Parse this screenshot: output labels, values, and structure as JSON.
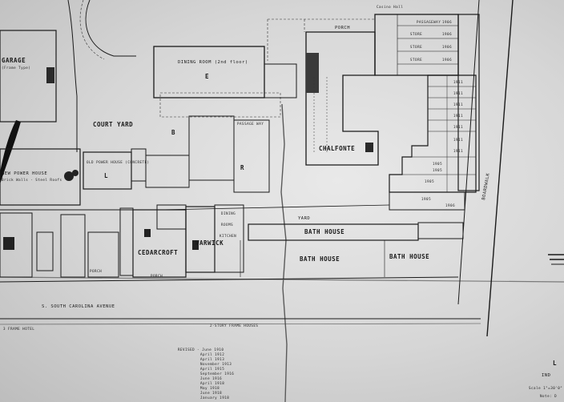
{
  "colors": {
    "paper": "#e2e2e2",
    "ink": "#1a1a1a"
  },
  "labels": {
    "dining_room": "DINING ROOM (2nd floor)",
    "dining_room_letter": "E",
    "porch_top": "PORCH",
    "porch_bottom_left": "PORCH",
    "porch_bottom_mid": "PORCH",
    "casino_top": "Casino Hall",
    "pagoda_block": [
      "PASSAGEWAY",
      "STORE",
      "STORE",
      "STORE"
    ],
    "store_numbers": [
      "1906",
      "1906",
      "1906",
      "1906"
    ],
    "chalfonte": "CHALFONTE",
    "court_yard": "COURT YARD",
    "garage": "GARAGE",
    "garage_note": "(Frame Type)",
    "new_power_house": "NEW POWER HOUSE",
    "power_house_note": "Brick Walls - Steel Roofs",
    "old_power_house": "OLD POWER HOUSE (CONCRETE)",
    "old_power_letter": "L",
    "passage_way": "PASSAGE WAY",
    "letter_r": "R",
    "letter_b": "B",
    "yard": "YARD",
    "bath_house_main": "BATH HOUSE",
    "bath_house_2": "BATH HOUSE",
    "bath_house_3": "BATH HOUSE",
    "cedarcroft": "CEDARCROFT",
    "warwick": "WARWICK",
    "dining_rooms_kitchen": [
      "DINING",
      "ROOMS",
      "KITCHEN"
    ],
    "south_carolina_ave": "S. SOUTH CAROLINA AVENUE",
    "frame_hotel": "3 FRAME HOTEL",
    "story_frame_houses": "2-STORY FRAME HOUSES",
    "boardwalk": "BOARDWALK",
    "revised_title": "REVISED - June 1910",
    "revised_dates": [
      "April 1912",
      "April 1913",
      "November 1913",
      "April 1915",
      "September 1916",
      "June 1916",
      "April 1918",
      "May 1918",
      "June 1918",
      "January 1918"
    ],
    "scale": "Scale 1\"=30'0\"",
    "corner_ind": "IND",
    "corner_l": "L",
    "corner_note": "Note: D"
  },
  "wing_years": [
    "1911",
    "1911",
    "1911",
    "1911",
    "1911",
    "1911",
    "1911",
    "1905",
    "1905",
    "1905",
    "1905",
    "1906"
  ]
}
